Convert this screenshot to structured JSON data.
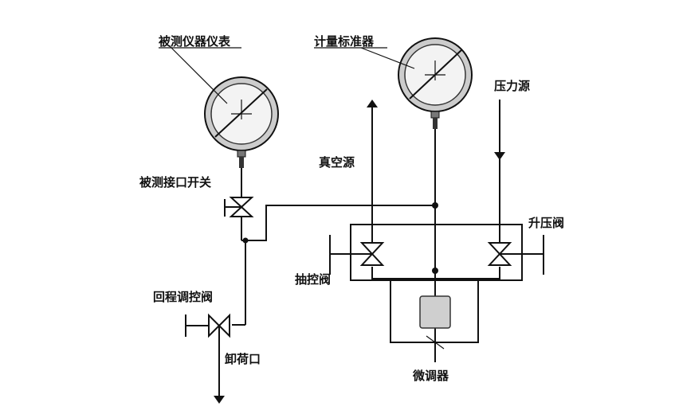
{
  "labels": {
    "gauge_under_test": "被测仪器仪表",
    "standard_gauge": "计量标准器",
    "pressure_source": "压力源",
    "vacuum_source": "真空源",
    "test_port_switch": "被测接口开关",
    "boost_valve": "升压阀",
    "suction_valve": "抽控阀",
    "return_valve": "回程调控阀",
    "unload_port": "卸荷口",
    "fine_adjuster": "微调器"
  }
}
